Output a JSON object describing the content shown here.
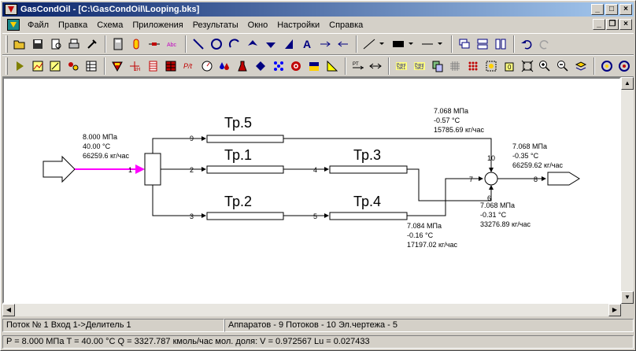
{
  "window": {
    "title": "GasCondOil - [C:\\GasCondOil\\Looping.bks]"
  },
  "menu": [
    "Файл",
    "Правка",
    "Схема",
    "Приложения",
    "Результаты",
    "Окно",
    "Настройки",
    "Справка"
  ],
  "diagram": {
    "pipes": [
      "Тр.5",
      "Тр.1",
      "Тр.3",
      "Тр.2",
      "Тр.4"
    ],
    "nodes": [
      "1",
      "2",
      "3",
      "4",
      "5",
      "6",
      "7",
      "8",
      "9",
      "10"
    ],
    "inlet": {
      "p": "8.000 МПа",
      "t": "40.00 °С",
      "q": "66259.6 кг/час"
    },
    "node10": {
      "p": "7.068 МПа",
      "t": "-0.57 °С",
      "q": "15785.69 кг/час"
    },
    "node8": {
      "p": "7.068 МПа",
      "t": "-0.35 °С",
      "q": "66259.62 кг/час"
    },
    "node6": {
      "p": "7.068 МПа",
      "t": "-0.31 °С",
      "q": "33276.89 кг/час"
    },
    "tr4out": {
      "p": "7.084 МПа",
      "t": "-0.16 °С",
      "q": "17197.02 кг/час"
    }
  },
  "status": {
    "stream": "Поток № 1 Вход 1->Делитель 1",
    "counts": "Аппаратов - 9  Потоков - 10  Эл.чертежа - 5",
    "props": "P = 8.000 МПа    T = 40.00 °С   Q = 3327.787 кмоль/час   мол. доля: V = 0.972567   Lu = 0.027433"
  }
}
